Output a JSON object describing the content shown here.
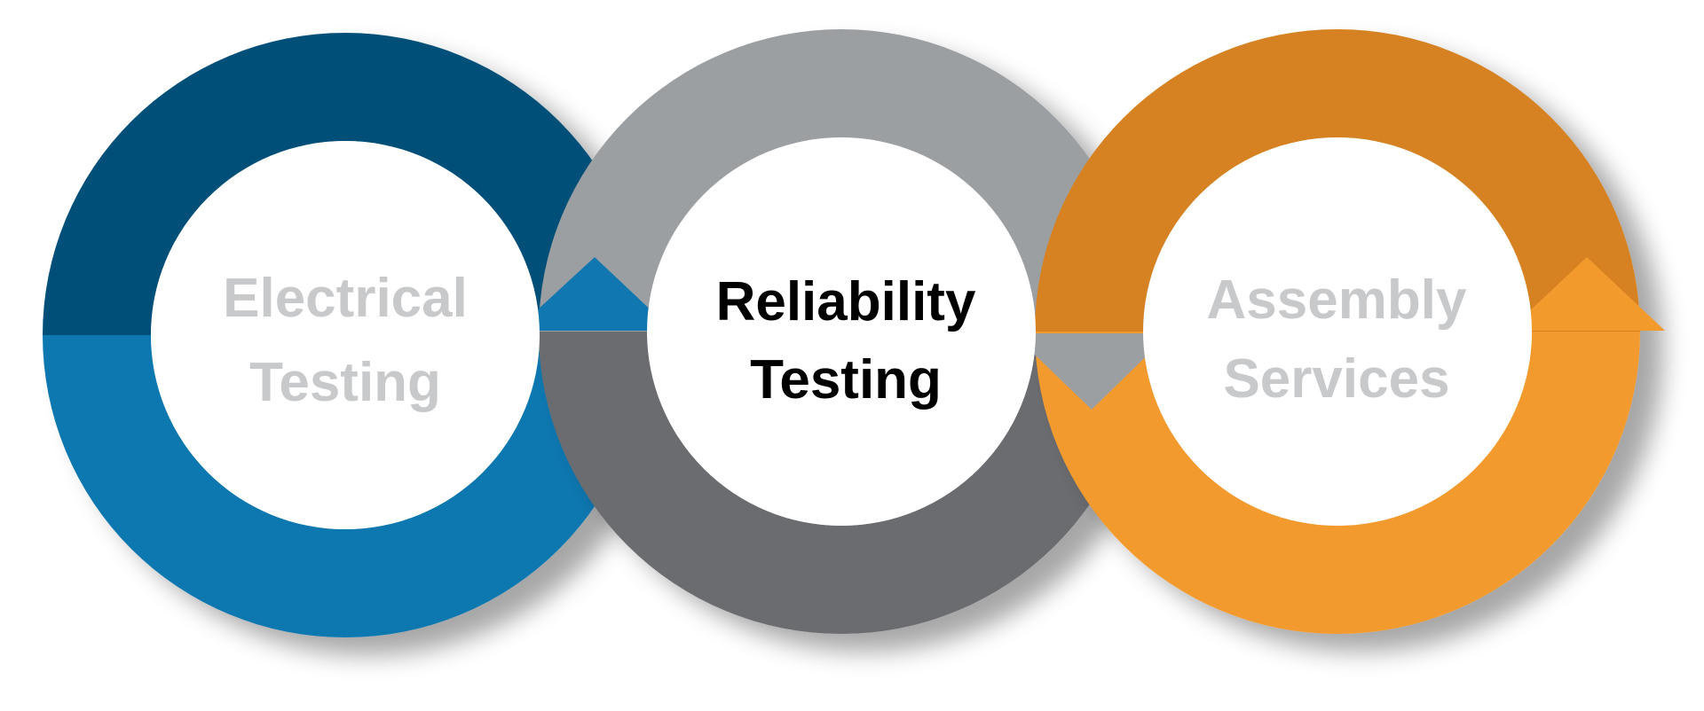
{
  "colors": {
    "blue_dark": "#064f79",
    "blue": "#1177b0",
    "gray_light": "#9c9fa2",
    "gray_dark": "#6b6c70",
    "orange_dark": "#d68223",
    "orange": "#f39a2d",
    "label_inactive": "#c8c9cb",
    "label_active": "#000000",
    "inner_fill": "#ffffff"
  },
  "cycle": {
    "stages": [
      {
        "id": "electrical",
        "line1": "Electrical",
        "line2": "Testing",
        "active": false
      },
      {
        "id": "reliability",
        "line1": "Reliability",
        "line2": "Testing",
        "active": true
      },
      {
        "id": "assembly",
        "line1": "Assembly",
        "line2": "Services",
        "active": false
      }
    ],
    "arrow_icons": [
      "arrow-up-icon",
      "arrow-down-icon",
      "arrow-up-icon"
    ]
  }
}
